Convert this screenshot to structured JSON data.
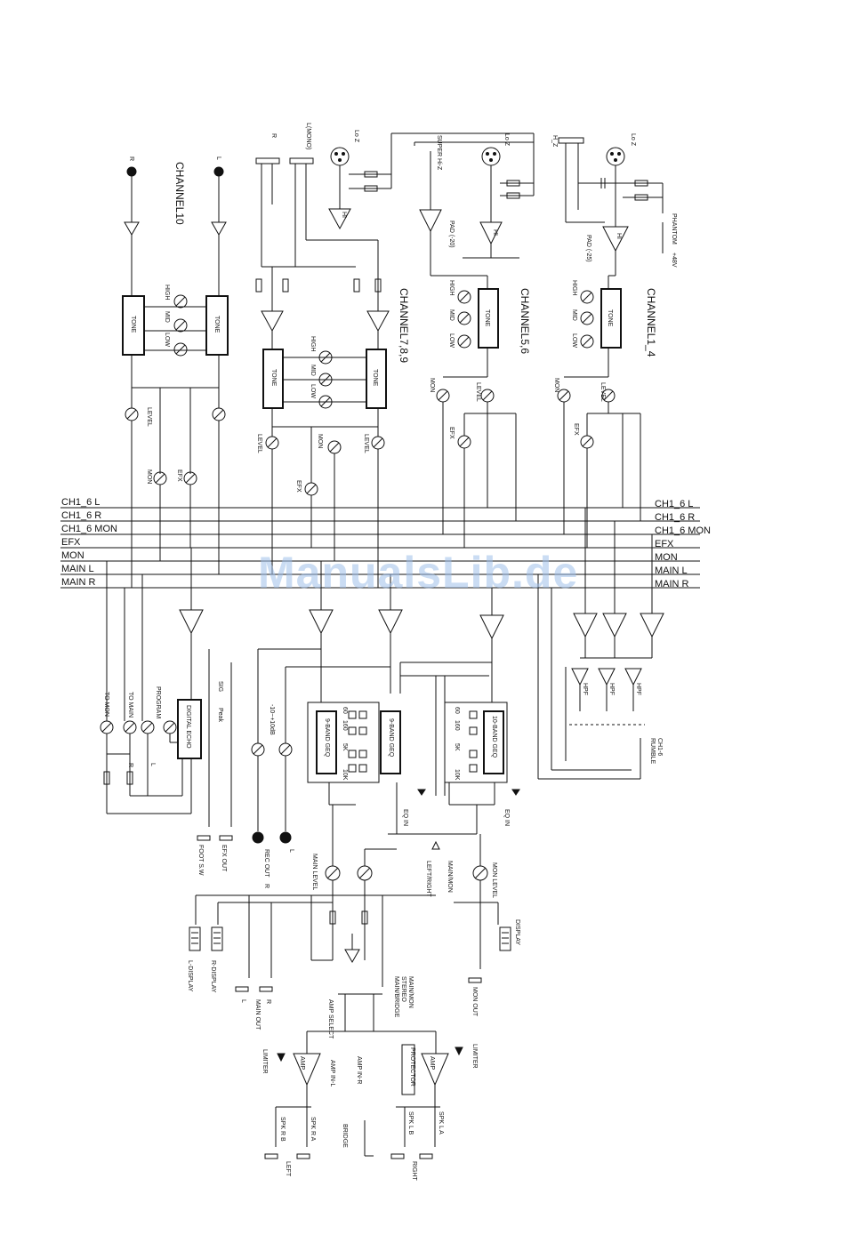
{
  "watermark": "ManualsLib.de",
  "buses": [
    "CH1_6 L",
    "CH1_6 R",
    "CH1_6 MON",
    "EFX",
    "MON",
    "MAIN L",
    "MAIN R"
  ],
  "buses_right": [
    "CH1_6 L",
    "CH1_6 R",
    "CH1_6 MON",
    "EFX",
    "MON",
    "MAIN L",
    "MAIN R"
  ],
  "channels": {
    "ch10": "CHANNEL10",
    "ch789": "CHANNEL7,8,9",
    "ch56": "CHANNEL5,6",
    "ch14": "CHANNEL1_4"
  },
  "labels": {
    "r": "R",
    "l": "L",
    "lmono": "L(MONO)",
    "loz": "Lo Z",
    "hi": "HI",
    "superhz": "SUPER Hi-Z",
    "hz": "H_Z",
    "phantom": "PHANTOM",
    "v48": "+48V",
    "pad20": "PAD (-20)",
    "pad25": "PAD (-25)",
    "tone": "TONE",
    "high": "HIGH",
    "mid": "MID",
    "low": "LOW",
    "level": "LEVEL",
    "mon": "MON",
    "efx": "EFX",
    "efx2": "EFX",
    "tomon": "TO MON",
    "tomain": "TO MAIN",
    "program": "PROGRAM",
    "digitalecho": "DIGITAL ECHO",
    "sig": "SIG",
    "peak": "Peak",
    "rec": "-10~+10dB",
    "eq9": "9-BAND GEQ",
    "eq9b": "9-BAND GEQ",
    "eq10": "10-BAND GEQ",
    "f60": "60",
    "f160": "160",
    "f5k": "5K",
    "f10k": "10K",
    "eqin": "EQ IN",
    "eqin2": "EQ IN",
    "footsw": "FOOT S.W",
    "efxout": "EFX OUT",
    "recout": "REC OUT",
    "mainlevel": "MAIN LEVEL",
    "leftright": "LEFT/RIGHT",
    "mainmon": "MAIN/MON",
    "monlevel": "MON LEVEL",
    "display": "DISPLAY",
    "ldisplay": "L-DISPLAY",
    "rdisplay": "R-DISPLAY",
    "mainout": "MAIN OUT",
    "monout": "MON OUT",
    "ampselect": "AMP SELECT",
    "mainbridge": "MAIN/BRIDGE",
    "stereo": "STEREO",
    "mainmon2": "MAIN/MON",
    "ampinl": "AMP IN-L",
    "ampinr": "AMP IN-R",
    "amp": "AMP",
    "protector": "PROTECTOR",
    "limiter": "LIMITER",
    "limiter2": "LIMITER",
    "spkrb": "SPK R B",
    "spkra": "SPK R A",
    "bridge": "BRIDGE",
    "spklb": "SPK L B",
    "spkla": "SPK L A",
    "left": "LEFT",
    "right": "RIGHT",
    "ch16": "CH1-6",
    "rumble": "RUMBLE",
    "hpf": "HPF"
  }
}
